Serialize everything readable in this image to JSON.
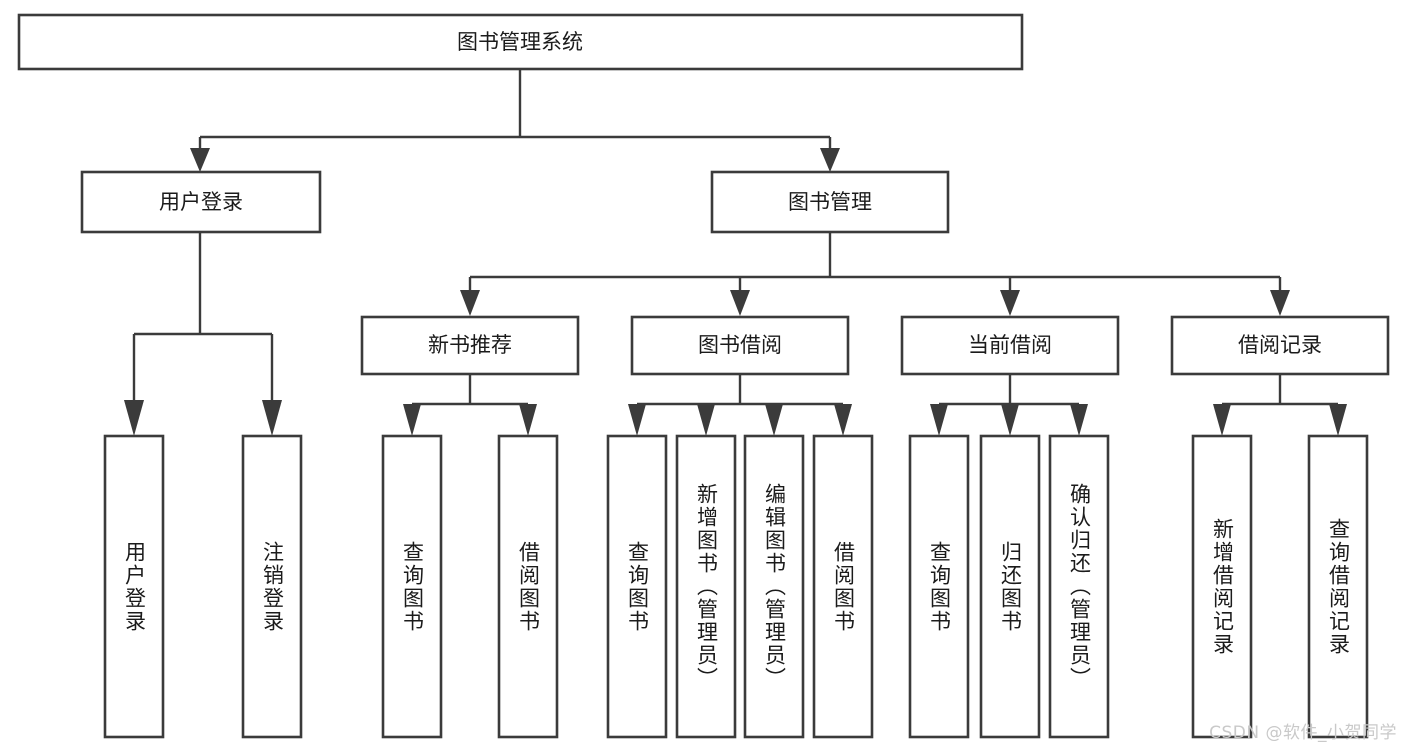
{
  "diagram": {
    "type": "tree-hierarchy-chart",
    "title": "图书管理系统",
    "watermark": "CSDN @软件_小贺同学",
    "colors": {
      "box_stroke": "#3b3b3b",
      "box_fill": "#ffffff",
      "connector": "#3b3b3b",
      "text": "#1b1b1b",
      "watermark": "#c9c9c9",
      "background": "#ffffff"
    },
    "levels": {
      "level1": [
        {
          "id": "root",
          "label": "图书管理系统"
        }
      ],
      "level2": [
        {
          "id": "user-login",
          "label": "用户登录"
        },
        {
          "id": "book-management",
          "label": "图书管理"
        }
      ],
      "level3": [
        {
          "id": "new-book-recommend",
          "label": "新书推荐",
          "parent": "book-management"
        },
        {
          "id": "book-borrow",
          "label": "图书借阅",
          "parent": "book-management"
        },
        {
          "id": "current-borrow",
          "label": "当前借阅",
          "parent": "book-management"
        },
        {
          "id": "borrow-record",
          "label": "借阅记录",
          "parent": "book-management"
        }
      ],
      "level4": [
        {
          "id": "leaf-user-login",
          "label": "用户登录",
          "parent": "user-login"
        },
        {
          "id": "leaf-logout-login",
          "label": "注销登录",
          "parent": "user-login"
        },
        {
          "id": "leaf-query-book-1",
          "label": "查询图书",
          "parent": "new-book-recommend"
        },
        {
          "id": "leaf-borrow-book-1",
          "label": "借阅图书",
          "parent": "new-book-recommend"
        },
        {
          "id": "leaf-query-book-2",
          "label": "查询图书",
          "parent": "book-borrow"
        },
        {
          "id": "leaf-add-book",
          "label": "新增图书（管理员）",
          "parent": "book-borrow"
        },
        {
          "id": "leaf-edit-book",
          "label": "编辑图书（管理员）",
          "parent": "book-borrow"
        },
        {
          "id": "leaf-borrow-book-2",
          "label": "借阅图书",
          "parent": "book-borrow"
        },
        {
          "id": "leaf-query-book-3",
          "label": "查询图书",
          "parent": "current-borrow"
        },
        {
          "id": "leaf-return-book",
          "label": "归还图书",
          "parent": "current-borrow"
        },
        {
          "id": "leaf-confirm-return",
          "label": "确认归还（管理员）",
          "parent": "current-borrow"
        },
        {
          "id": "leaf-add-record",
          "label": "新增借阅记录",
          "parent": "borrow-record"
        },
        {
          "id": "leaf-query-record",
          "label": "查询借阅记录",
          "parent": "borrow-record"
        }
      ]
    }
  }
}
